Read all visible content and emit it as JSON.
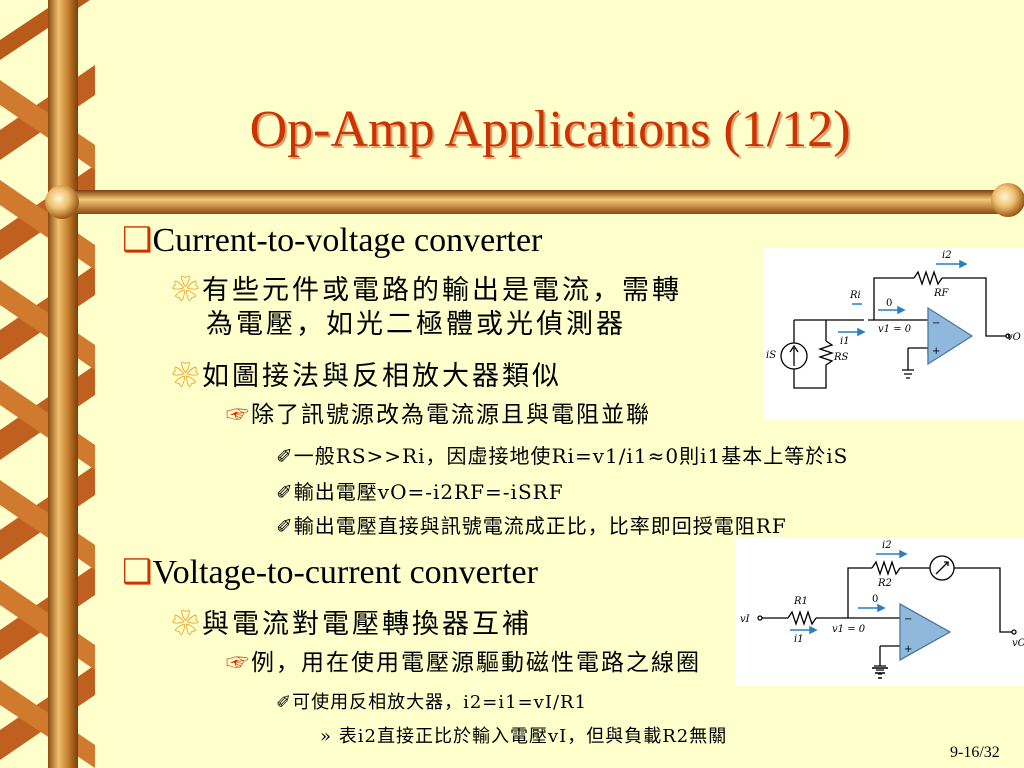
{
  "slide": {
    "title": "Op-Amp Applications (1/12)",
    "page": "9-16/32",
    "section1": {
      "heading": "Current-to-voltage converter",
      "b1_line1": "有些元件或電路的輸出是電流，需轉",
      "b1_line2": "為電壓，如光二極體或光偵測器",
      "b2": "如圖接法與反相放大器類似",
      "b3": "除了訊號源改為電流源且與電阻並聯",
      "s1": "一般RS>>Ri，因虛接地使Ri=v1/i1≈0則i1基本上等於iS",
      "s2": "輸出電壓vO=-i2RF=-iSRF",
      "s3": "輸出電壓直接與訊號電流成正比，比率即回授電阻RF"
    },
    "section2": {
      "heading": "Voltage-to-current converter",
      "b1": "與電流對電壓轉換器互補",
      "b2": "例，用在使用電壓源驅動磁性電路之線圈",
      "s1": "可使用反相放大器，i2=i1=vI/R1",
      "s2": "表i2直接正比於輸入電壓vI，但與負載R2無關"
    }
  },
  "figure1": {
    "labels": {
      "i2": "i2",
      "RF": "RF",
      "Ri": "Ri",
      "zero": "0",
      "iS": "iS",
      "i1": "i1",
      "v1": "v1 = 0",
      "RS": "RS",
      "vO": "vO",
      "minus": "−",
      "plus": "+"
    }
  },
  "figure2": {
    "labels": {
      "i2": "i2",
      "R2": "R2",
      "R1": "R1",
      "vI": "vI",
      "i1": "i1",
      "zero": "0",
      "v1": "v1 = 0",
      "vO": "vO",
      "minus": "−",
      "plus": "+"
    }
  },
  "colors": {
    "background": "#ffffcc",
    "title": "#cc3300",
    "bar": "#c8842a",
    "opamp": "#8fb8dc",
    "arrow": "#2a7fc0"
  }
}
